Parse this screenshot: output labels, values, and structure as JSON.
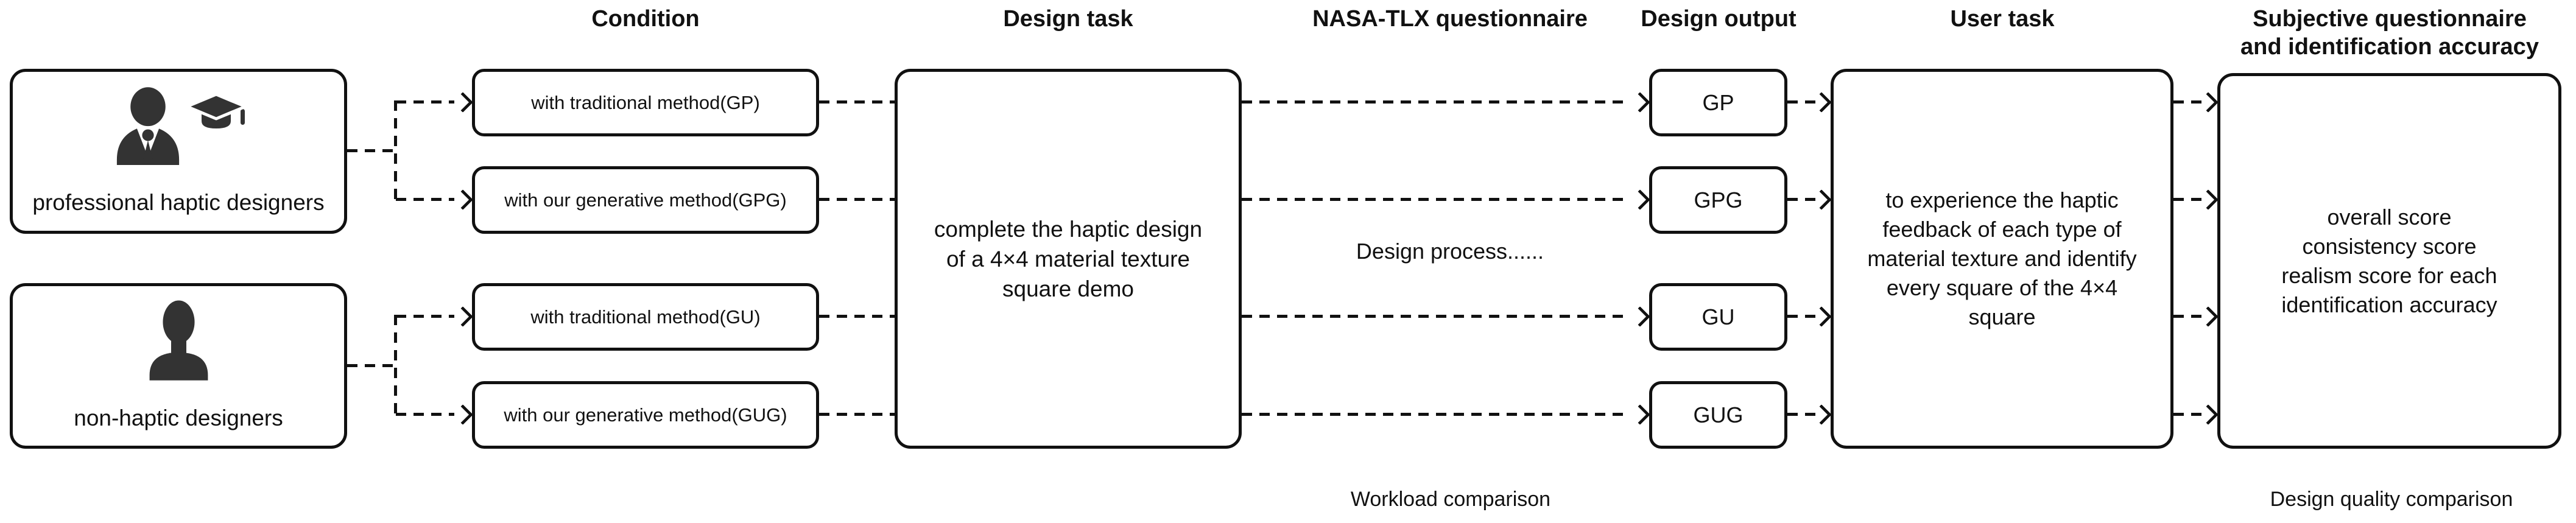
{
  "headers": {
    "condition": "Condition",
    "design_task": "Design task",
    "nasa_tlx": "NASA-TLX questionnaire",
    "design_output": "Design output",
    "user_task": "User task",
    "subjective_line1": "Subjective questionnaire",
    "subjective_line2": "and identification accuracy"
  },
  "groups": [
    {
      "label": "professional haptic designers",
      "icons": [
        "person-tie-icon",
        "graduation-cap-icon"
      ]
    },
    {
      "label": "non-haptic designers",
      "icons": [
        "person-icon"
      ]
    }
  ],
  "conditions": [
    {
      "label": "with traditional method(GP)"
    },
    {
      "label": "with our generative method(GPG)"
    },
    {
      "label": "with traditional method(GU)"
    },
    {
      "label": "with our generative method(GUG)"
    }
  ],
  "design_task": {
    "text": "complete the haptic design of a 4×4 material texture square demo"
  },
  "nasa_tlx": {
    "process_note": "Design process......",
    "caption": "Workload comparison"
  },
  "design_outputs": [
    {
      "label": "GP"
    },
    {
      "label": "GPG"
    },
    {
      "label": "GU"
    },
    {
      "label": "GUG"
    }
  ],
  "user_task": {
    "text": "to experience the haptic feedback of each type of material texture and identify every square of the 4×4 square"
  },
  "subjective": {
    "lines": [
      "overall score",
      "consistency score",
      "realism score for each",
      "identification accuracy"
    ],
    "caption": "Design quality comparison"
  },
  "colors": {
    "ink": "#111111",
    "icon_fill": "#333333",
    "background": "#ffffff"
  }
}
